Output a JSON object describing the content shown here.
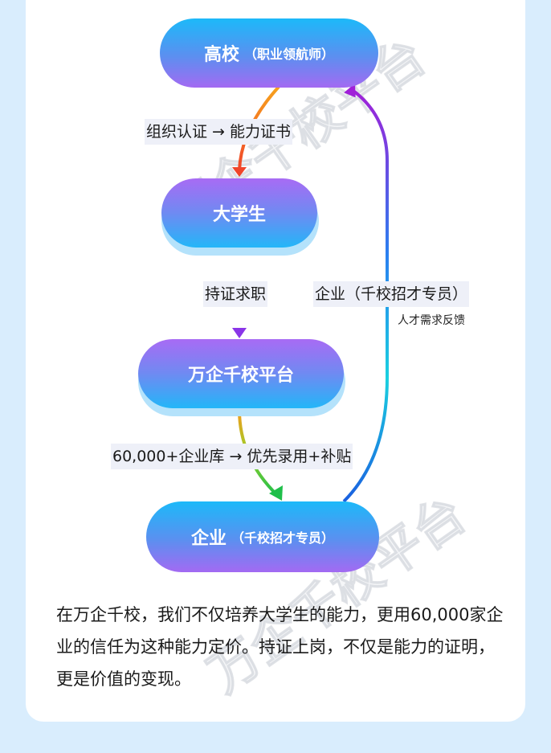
{
  "watermark": "万企千校平台",
  "nodes": {
    "university": {
      "main": "高校",
      "sub": "（职业领航师）"
    },
    "student": {
      "main": "大学生"
    },
    "platform": {
      "main": "万企千校平台"
    },
    "enterprise": {
      "main": "企业",
      "sub": "（千校招才专员）"
    }
  },
  "edges": {
    "certify": "组织认证 →  能力证书",
    "job_seek": "持证求职",
    "enterprise_label": "企业（千校招才专员）",
    "feedback": "人才需求反馈",
    "library": "60,000+企业库 → 优先录用+补贴"
  },
  "paragraph": "在万企千校，我们不仅培养大学生的能力，更用60,000家企业的信任为这种能力定价。持证上岗，不仅是能力的证明，更是价值的变现。"
}
